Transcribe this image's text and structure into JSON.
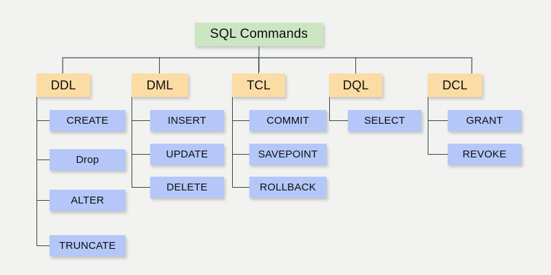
{
  "diagram": {
    "title": "SQL Commands",
    "background_color": "#f2f2f0",
    "root": {
      "label": "SQL Commands",
      "color": "#cde6c2"
    },
    "category_color": "#fbdca4",
    "leaf_color": "#b5c7f8",
    "connector_color": "#2d4a3e",
    "categories": [
      {
        "label": "DDL",
        "children": [
          {
            "label": "CREATE"
          },
          {
            "label": "Drop"
          },
          {
            "label": "ALTER"
          },
          {
            "label": "TRUNCATE"
          }
        ]
      },
      {
        "label": "DML",
        "children": [
          {
            "label": "INSERT"
          },
          {
            "label": "UPDATE"
          },
          {
            "label": "DELETE"
          }
        ]
      },
      {
        "label": "TCL",
        "children": [
          {
            "label": "COMMIT"
          },
          {
            "label": "SAVEPOINT"
          },
          {
            "label": "ROLLBACK"
          }
        ]
      },
      {
        "label": "DQL",
        "children": [
          {
            "label": "SELECT"
          }
        ]
      },
      {
        "label": "DCL",
        "children": [
          {
            "label": "GRANT"
          },
          {
            "label": "REVOKE"
          }
        ]
      }
    ]
  }
}
